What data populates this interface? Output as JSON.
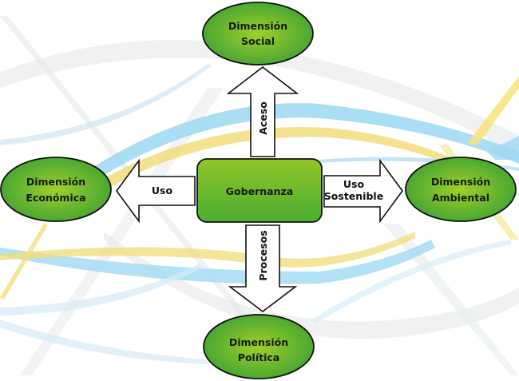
{
  "diagram": {
    "center": {
      "label": "Gobernanza"
    },
    "nodes": {
      "top": {
        "line1": "Dimensión",
        "line2": "Social"
      },
      "left": {
        "line1": "Dimensión",
        "line2": "Económica"
      },
      "right": {
        "line1": "Dimensión",
        "line2": "Ambiental"
      },
      "bottom": {
        "line1": "Dimensión",
        "line2": "Política"
      }
    },
    "arrows": {
      "up": {
        "label": "Aceso",
        "direction": "up"
      },
      "left": {
        "label": "Uso",
        "direction": "left"
      },
      "right": {
        "line1": "Uso",
        "line2": "Sostenible",
        "direction": "right"
      },
      "down": {
        "label": "Procesos",
        "direction": "down"
      }
    },
    "colors": {
      "node_fill_light": "#9bcb27",
      "node_fill_dark": "#3fa535",
      "outline": "#111111",
      "arrow_fill": "#ffffff",
      "swirl_blue": "#8fd3f0",
      "swirl_yellow": "#f3df6a",
      "swirl_gray": "#e6e9ea"
    }
  }
}
